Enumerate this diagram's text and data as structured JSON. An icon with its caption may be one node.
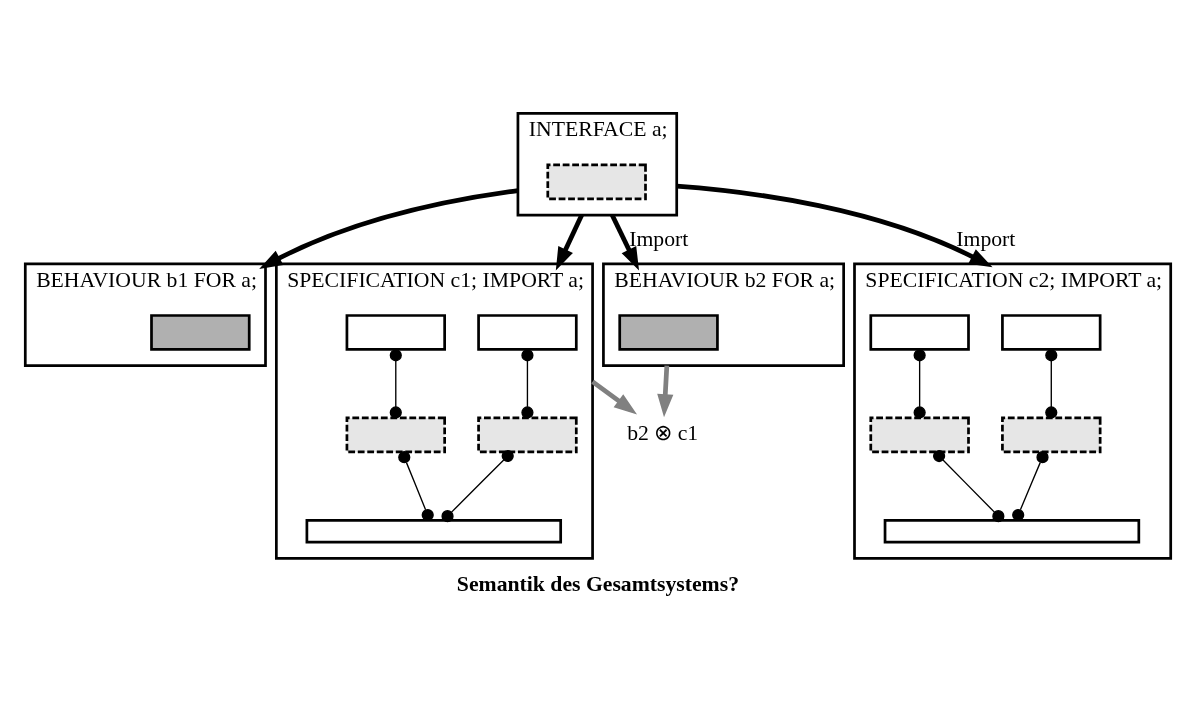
{
  "diagram": {
    "caption": "Semantik des Gesamtsystems?",
    "nodes": [
      {
        "text": [
          "BEHAVIOUR b1 FOR a;"
        ]
      },
      {
        "text": [],
        "shape": "box",
        "in": 0
      },
      {
        "text": [
          "SPECIFICATION c1; IMPORT a;"
        ]
      },
      {
        "text": [],
        "shape": "box",
        "in": 2
      },
      {
        "text": [],
        "shape": "box",
        "in": 2
      },
      {
        "text": [],
        "shape": "box",
        "in": 2
      },
      {
        "text": [],
        "shape": "box",
        "in": 2
      },
      {
        "text": [],
        "shape": "bar",
        "in": 2
      },
      {
        "text": [
          "INTERFACE a;"
        ]
      },
      {
        "text": [],
        "shape": "box",
        "in": 8
      },
      {
        "text": [
          "BEHAVIOUR b2 FOR a;"
        ]
      },
      {
        "text": [],
        "shape": "box",
        "in": 10
      },
      {
        "text": [
          "SPECIFICATION c2; IMPORT a;"
        ]
      },
      {
        "text": [],
        "shape": "box",
        "in": 12
      },
      {
        "text": [],
        "shape": "box",
        "in": 12
      },
      {
        "text": [],
        "shape": "box",
        "in": 12
      },
      {
        "text": [],
        "shape": "box",
        "in": 12
      },
      {
        "text": [],
        "shape": "bar",
        "in": 12
      },
      {
        "text": [
          "b2 ⊗ c1"
        ]
      }
    ],
    "edges": [
      {
        "from": 8,
        "to": 0,
        "arrow": "to",
        "style": "thick"
      },
      {
        "from": 8,
        "to": 10,
        "arrow": "to",
        "style": "thick",
        "label": "Import"
      },
      {
        "from": 8,
        "to": 2,
        "arrow": "to",
        "style": "thick"
      },
      {
        "from": 8,
        "to": 12,
        "arrow": "to",
        "style": "thick",
        "label": "Import"
      },
      {
        "from": 3,
        "to": 5,
        "arrow": "other"
      },
      {
        "from": 4,
        "to": 6,
        "arrow": "other"
      },
      {
        "from": 5,
        "to": 7,
        "arrow": "other"
      },
      {
        "from": 6,
        "to": 7,
        "arrow": "other"
      },
      {
        "from": 13,
        "to": 15,
        "arrow": "other"
      },
      {
        "from": 14,
        "to": 16,
        "arrow": "other"
      },
      {
        "from": 15,
        "to": 17,
        "arrow": "other"
      },
      {
        "from": 16,
        "to": 17,
        "arrow": "other"
      },
      {
        "from": 10,
        "to": 18,
        "arrow": "to",
        "style": "thick",
        "color": "#808080"
      },
      {
        "from": 2,
        "to": 18,
        "arrow": "to",
        "style": "thick",
        "color": "#808080"
      }
    ]
  }
}
